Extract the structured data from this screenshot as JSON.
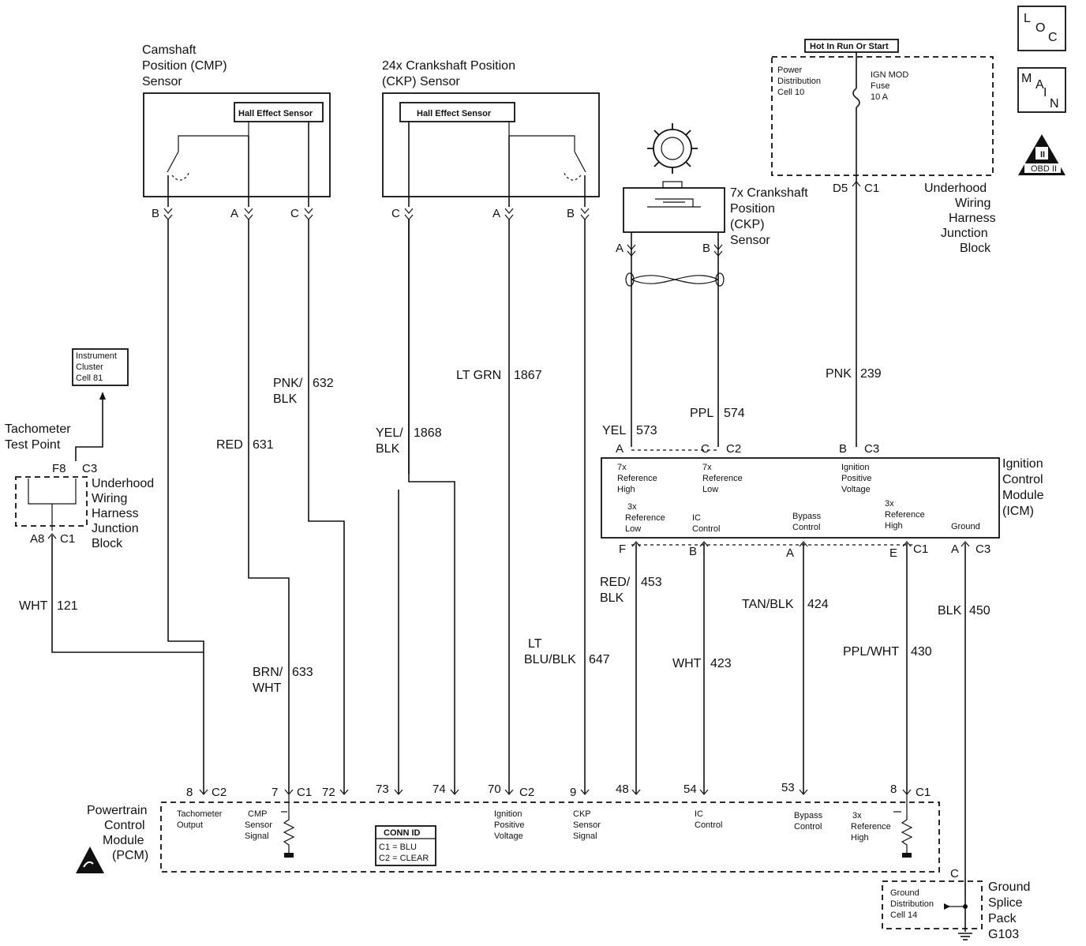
{
  "icons": {
    "loc": "LOC",
    "main": "MAIN",
    "obd": "OBD II"
  },
  "cmp": {
    "title": [
      "Camshaft",
      "Position (CMP)",
      "Sensor"
    ],
    "hall": "Hall Effect Sensor",
    "pins": [
      "B",
      "A",
      "C"
    ],
    "wires": {
      "pnk_blk": [
        "PNK/",
        "BLK"
      ],
      "pnk_blk_num": "632",
      "red": "RED",
      "red_num": "631",
      "brn_wht": [
        "BRN/",
        "WHT"
      ],
      "brn_wht_num": "633"
    }
  },
  "ckp24": {
    "title": [
      "24x Crankshaft Position",
      "(CKP) Sensor"
    ],
    "hall": "Hall Effect Sensor",
    "pins": [
      "C",
      "A",
      "B"
    ],
    "wires": {
      "yel_blk": [
        "YEL/",
        "BLK"
      ],
      "yel_blk_num": "1868",
      "lt_grn": "LT GRN",
      "lt_grn_num": "1867",
      "lt_blu_blk": [
        "LT",
        "BLU/BLK"
      ],
      "lt_blu_blk_num": "647"
    }
  },
  "ckp7": {
    "title": [
      "7x Crankshaft",
      "Position",
      "(CKP)",
      "Sensor"
    ],
    "pins": [
      "A",
      "B"
    ],
    "wires": {
      "yel": "YEL",
      "yel_num": "573",
      "ppl": "PPL",
      "ppl_num": "574"
    }
  },
  "fuse_block": {
    "hot": "Hot In Run Or Start",
    "pd": [
      "Power",
      "Distribution",
      "Cell 10"
    ],
    "fuse": [
      "IGN MOD",
      "Fuse",
      "10 A"
    ],
    "pin": "D5",
    "conn": "C1",
    "label": [
      "Underhood",
      "Wiring",
      "Harness",
      "Junction",
      "Block"
    ],
    "wire": "PNK",
    "wire_num": "239"
  },
  "icm": {
    "title": [
      "Ignition",
      "Control",
      "Module",
      "(ICM)"
    ],
    "top_pins": {
      "a": "A",
      "c": "C",
      "c2": "C2",
      "b": "B",
      "c3": "C3"
    },
    "top_labels": [
      [
        "7x",
        "Reference",
        "High"
      ],
      [
        "7x",
        "Reference",
        "Low"
      ],
      [
        "Ignition",
        "Positive",
        "Voltage"
      ]
    ],
    "bottom_labels": [
      [
        "3x",
        "Reference",
        "Low"
      ],
      [
        "IC",
        "Control"
      ],
      [
        "Bypass",
        "Control"
      ],
      [
        "3x",
        "Reference",
        "High"
      ],
      [
        "Ground"
      ]
    ],
    "bottom_pins": [
      "F",
      "B",
      "A",
      "E",
      "C1",
      "A",
      "C3"
    ],
    "wires": {
      "red_blk": [
        "RED/",
        "BLK"
      ],
      "red_blk_num": "453",
      "wht": "WHT",
      "wht_num": "423",
      "tan_blk": "TAN/BLK",
      "tan_blk_num": "424",
      "ppl_wht": "PPL/WHT",
      "ppl_wht_num": "430",
      "blk": "BLK",
      "blk_num": "450"
    }
  },
  "tach": {
    "cluster": [
      "Instrument",
      "Cluster",
      "Cell 81"
    ],
    "title": [
      "Tachometer",
      "Test Point"
    ],
    "f8": "F8",
    "c3": "C3",
    "a8": "A8",
    "c1": "C1",
    "block": [
      "Underhood",
      "Wiring",
      "Harness",
      "Junction",
      "Block"
    ],
    "wire": "WHT",
    "wire_num": "121"
  },
  "pcm": {
    "title": [
      "Powertrain",
      "Control",
      "Module",
      "(PCM)"
    ],
    "pins": [
      "8",
      "C2",
      "7",
      "C1",
      "72",
      "73",
      "74",
      "70",
      "C2",
      "9",
      "48",
      "54",
      "53",
      "8",
      "C1"
    ],
    "labels": {
      "tach": [
        "Tachometer",
        "Output"
      ],
      "cmp": [
        "CMP",
        "Sensor",
        "Signal"
      ],
      "ign": [
        "Ignition",
        "Positive",
        "Voltage"
      ],
      "ckp": [
        "CKP",
        "Sensor",
        "Signal"
      ],
      "ic": [
        "IC",
        "Control"
      ],
      "bypass": [
        "Bypass",
        "Control"
      ],
      "ref": [
        "3x",
        "Reference",
        "High"
      ]
    },
    "conn_id": [
      "CONN ID",
      "C1 = BLU",
      "C2 = CLEAR"
    ]
  },
  "ground": {
    "c": "C",
    "title": [
      "Ground",
      "Splice",
      "Pack",
      "G103"
    ],
    "inner": [
      "Ground",
      "Distribution",
      "Cell 14"
    ]
  }
}
